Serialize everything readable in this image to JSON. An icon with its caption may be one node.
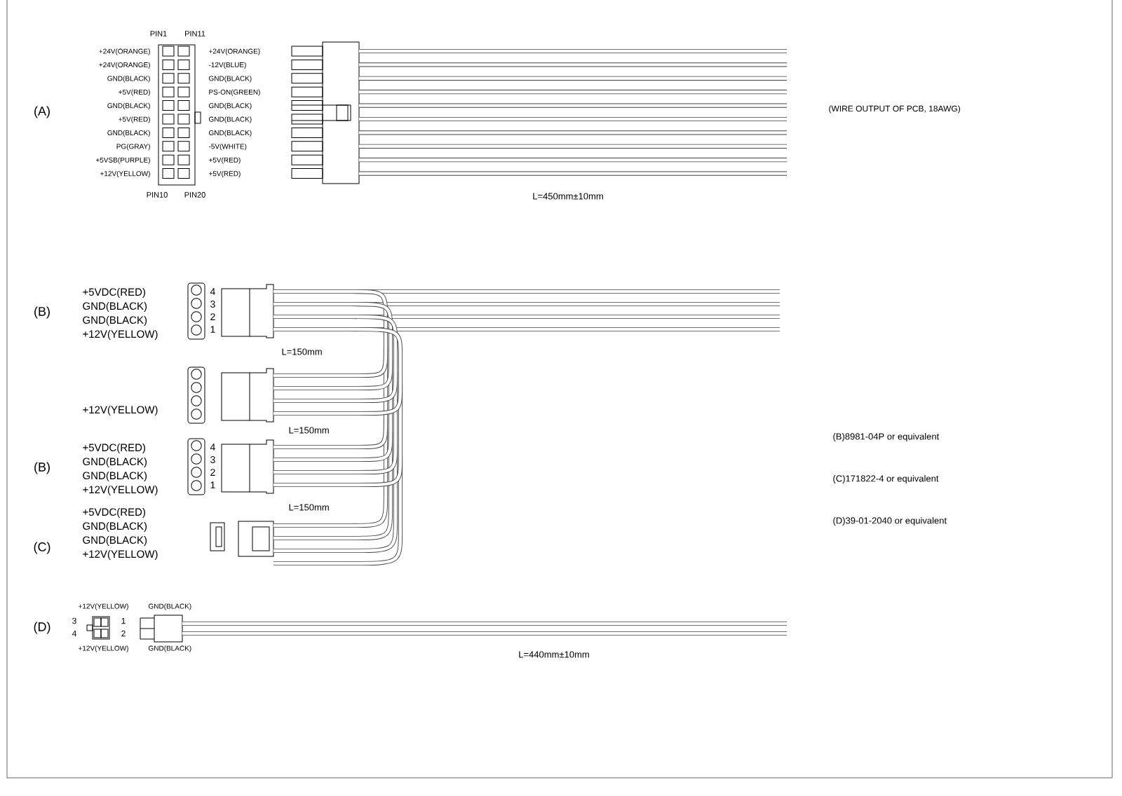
{
  "diagram": {
    "labels": [
      "PIN1",
      "PIN11",
      "(A)",
      "+24V(ORANGE)",
      "+24V(ORANGE)",
      "GND(BLACK)",
      "+5V(RED)",
      "GND(BLACK)",
      "+5V(RED)",
      "GND(BLACK)",
      "PG(GRAY)",
      "+5VSB(PURPLE)",
      "+12V(YELLOW)",
      "+24V(ORANGE)",
      "-12V(BLUE)",
      "GND(BLACK)",
      "PS-ON(GREEN)",
      "GND(BLACK)",
      "GND(BLACK)",
      "GND(BLACK)",
      "-5V(WHITE)",
      "+5V(RED)",
      "+5V(RED)",
      "PIN10",
      "PIN20",
      "(WIRE OUTPUT OF PCB, 18AWG)",
      "L=450mm±10mm",
      "(B)",
      "+5VDC(RED)",
      "GND(BLACK)",
      "GND(BLACK)",
      "+12V(YELLOW)",
      "4",
      "3",
      "2",
      "1",
      "L=150mm",
      "+12V(YELLOW)",
      "L=150mm",
      "(B)",
      "+5VDC(RED)",
      "GND(BLACK)",
      "GND(BLACK)",
      "+12V(YELLOW)",
      "4",
      "3",
      "2",
      "1",
      "(B)8981-04P or equivalent",
      "(C)171822-4 or equivalent",
      "(D)39-01-2040 or equivalent",
      "L=150mm",
      "(C)",
      "+5VDC(RED)",
      "GND(BLACK)",
      "GND(BLACK)",
      "+12V(YELLOW)",
      "+12V(YELLOW)",
      "GND(BLACK)",
      "(D)",
      "3",
      "1",
      "4",
      "2",
      "+12V(YELLOW)",
      "GND(BLACK)",
      "L=440mm±10mm"
    ]
  }
}
